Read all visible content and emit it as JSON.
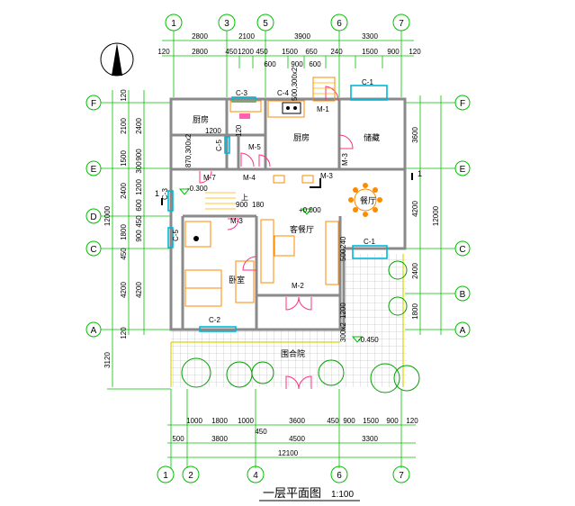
{
  "axes": {
    "top": [
      "1",
      "3",
      "5",
      "6",
      "7"
    ],
    "bottom": [
      "1",
      "2",
      "4",
      "6",
      "7"
    ],
    "left": [
      "F",
      "E",
      "D",
      "C",
      "A"
    ],
    "right": [
      "F",
      "E",
      "C",
      "B",
      "A"
    ]
  },
  "dims": {
    "top_row1": [
      "2800",
      "2100",
      "3900",
      "3300"
    ],
    "top_row2": [
      "120",
      "2800",
      "450",
      "1200",
      "450",
      "1500",
      "650",
      "240",
      "1500",
      "900",
      "120"
    ],
    "top_row3": [
      "600",
      "900",
      "600"
    ],
    "bottom_row1": [
      "1000",
      "1800",
      "1000",
      "3600",
      "450",
      "900",
      "1500",
      "900",
      "120"
    ],
    "bottom_row2": [
      "500",
      "3800",
      "4500",
      "3300"
    ],
    "bottom_extra": "450",
    "bottom_total": "12100",
    "left_outer": [
      "120",
      "2100",
      "1500",
      "2400",
      "1800",
      "450",
      "4200",
      "120"
    ],
    "left_inner": [
      "2400",
      "900",
      "300",
      "1200",
      "600",
      "450",
      "900",
      "4200"
    ],
    "left_total": "12000",
    "left_bottom": "3120",
    "right_main": [
      "3600",
      "4200",
      "2400",
      "1800"
    ],
    "right_total": "12000"
  },
  "rooms": {
    "kitchen": "厨房",
    "dining_kitchen": "厨房",
    "storage": "储藏",
    "dining_room": "餐厅",
    "living_room": "客餐厅",
    "bedroom": "卧室",
    "terrace": "围合院"
  },
  "labels": {
    "doors": [
      "M-1",
      "M-2",
      "M-3",
      "M-3",
      "M-4",
      "M-5",
      "M-7",
      "M-3"
    ],
    "windows": [
      "C-1",
      "C-1",
      "C-2",
      "C-3",
      "C-3",
      "C-4",
      "C-5",
      "C-5"
    ],
    "notes": [
      "500,300x2",
      "870,300x2",
      "1200",
      "120",
      "900",
      "180",
      "500",
      "240",
      "300x2",
      "1200",
      "-0.300",
      "+0.000",
      "-0.450",
      "上"
    ],
    "section_mark": "1"
  },
  "title": {
    "text": "一层平面图",
    "scale": "1:100"
  },
  "colors": {
    "axis_line": "#00c000",
    "dim_line": "#00c000",
    "wall": "#8a8a8a",
    "window": "#00b8d8",
    "door": "#ff3080",
    "furniture": "#ff8a00",
    "tree": "#00a000",
    "paving": "#a0a0a0",
    "railing": "#d8d800",
    "level": "#00c000"
  }
}
